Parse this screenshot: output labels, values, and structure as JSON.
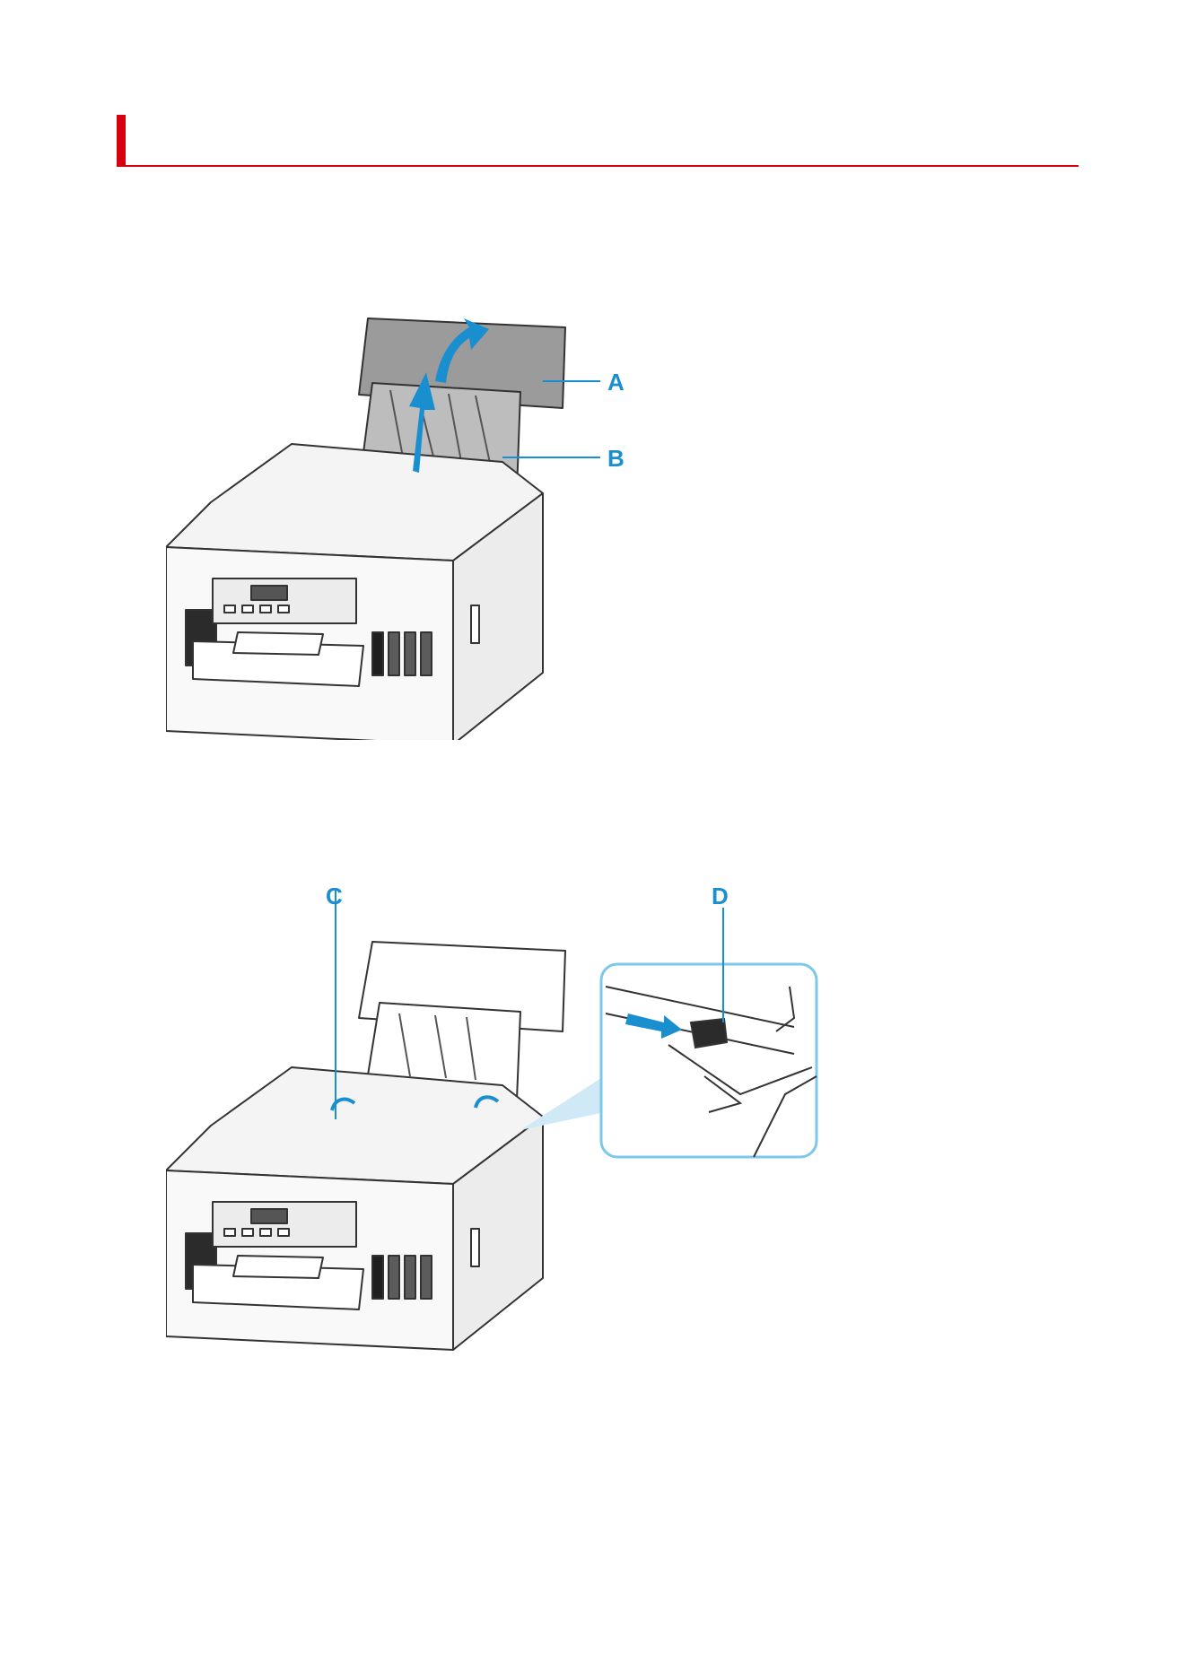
{
  "heading": {
    "title": "",
    "accent_color": "#d7000f"
  },
  "figure1": {
    "callouts": {
      "a": "A",
      "b": "B"
    },
    "arrow_color": "#1a8fd0"
  },
  "figure2": {
    "callouts": {
      "c": "C",
      "d": "D"
    },
    "inset_border_color": "#7dc8ea"
  }
}
